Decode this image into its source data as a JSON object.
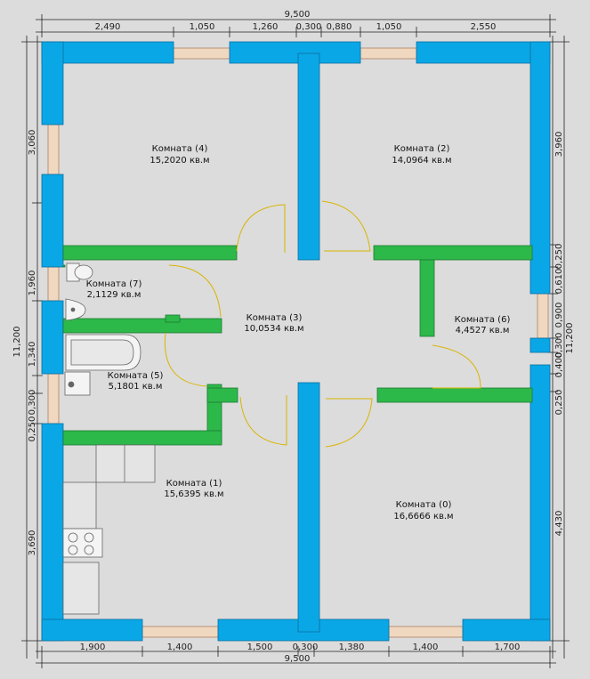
{
  "colors": {
    "background": "#dcdcdc",
    "outer_wall": "#0aa7e6",
    "inner_wall": "#2db84a",
    "window": "#f0d8c0",
    "door_arc": "#d9b400",
    "dimension_line": "#222222"
  },
  "icons": [
    "stove-icon",
    "sink-icon",
    "toilet-icon",
    "bathtub-icon",
    "oven-icon"
  ],
  "rooms": [
    {
      "id": "4",
      "name": "Комната (4)",
      "area": "15,2020 кв.м"
    },
    {
      "id": "2",
      "name": "Комната (2)",
      "area": "14,0964 кв.м"
    },
    {
      "id": "7",
      "name": "Комната (7)",
      "area": "2,1129 кв.м"
    },
    {
      "id": "3",
      "name": "Комната (3)",
      "area": "10,0534 кв.м"
    },
    {
      "id": "6",
      "name": "Комната (6)",
      "area": "4,4527 кв.м"
    },
    {
      "id": "5",
      "name": "Комната (5)",
      "area": "5,1801 кв.м"
    },
    {
      "id": "1",
      "name": "Комната (1)",
      "area": "15,6395 кв.м"
    },
    {
      "id": "0",
      "name": "Комната (0)",
      "area": "16,6666 кв.м"
    }
  ],
  "dimensions": {
    "top_total": "9,500",
    "top": [
      "2,490",
      "1,050",
      "1,260",
      "0,300",
      "0,880",
      "1,050",
      "2,550"
    ],
    "bottom_total": "9,500",
    "bottom": [
      "1,900",
      "1,400",
      "1,500",
      "0,300",
      "1,380",
      "1,400",
      "1,700"
    ],
    "left_total": "11,200",
    "left": [
      "3,060",
      "1,960",
      "1,340",
      "0,300",
      "0,250",
      "3,690"
    ],
    "right_total": "11,200",
    "right": [
      "3,960",
      "0,250",
      "0,610",
      "0,900",
      "0,300",
      "0,400",
      "0,250",
      "4,430"
    ]
  }
}
